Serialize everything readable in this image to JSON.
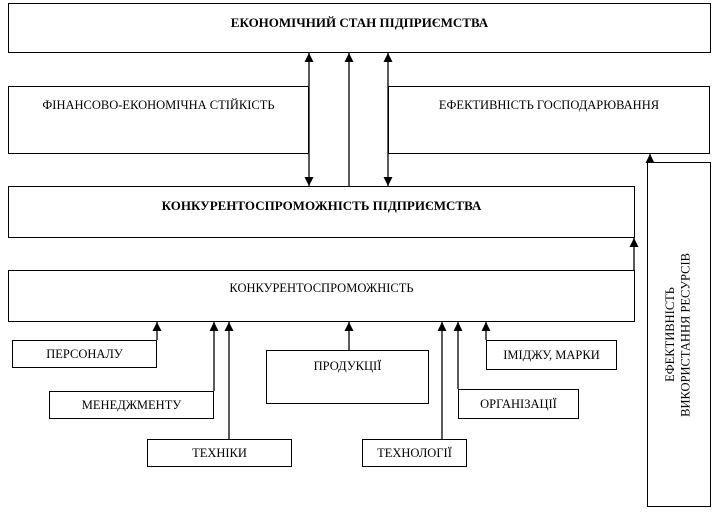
{
  "diagram": {
    "top_state": "ЕКОНОМІЧНИЙ СТАН ПІДПРИЄМСТВА",
    "financial_stability": "ФІНАНСОВО-ЕКОНОМІЧНА СТІЙКІСТЬ",
    "management_efficiency": "ЕФЕКТИВНІСТЬ ГОСПОДАРЮВАННЯ",
    "enterprise_competitiveness": "КОНКУРЕНТОСПРОМОЖНІСТЬ ПІДПРИЄМСТВА",
    "competitiveness": "КОНКУРЕНТОСПРОМОЖНІСТЬ",
    "personnel": "ПЕРСОНАЛУ",
    "management": "МЕНЕДЖМЕНТУ",
    "equipment": "ТЕХНІКИ",
    "products": "ПРОДУКЦІЇ",
    "technologies": "ТЕХНОЛОГІЇ",
    "organization": "ОРГАНІЗАЦІЇ",
    "image_brand": "ІМІДЖУ, МАРКИ",
    "resource_efficiency_line1": "ЕФЕКТИВНІСТЬ",
    "resource_efficiency_line2": "ВИКОРИСТАННЯ РЕСУРСІВ"
  }
}
